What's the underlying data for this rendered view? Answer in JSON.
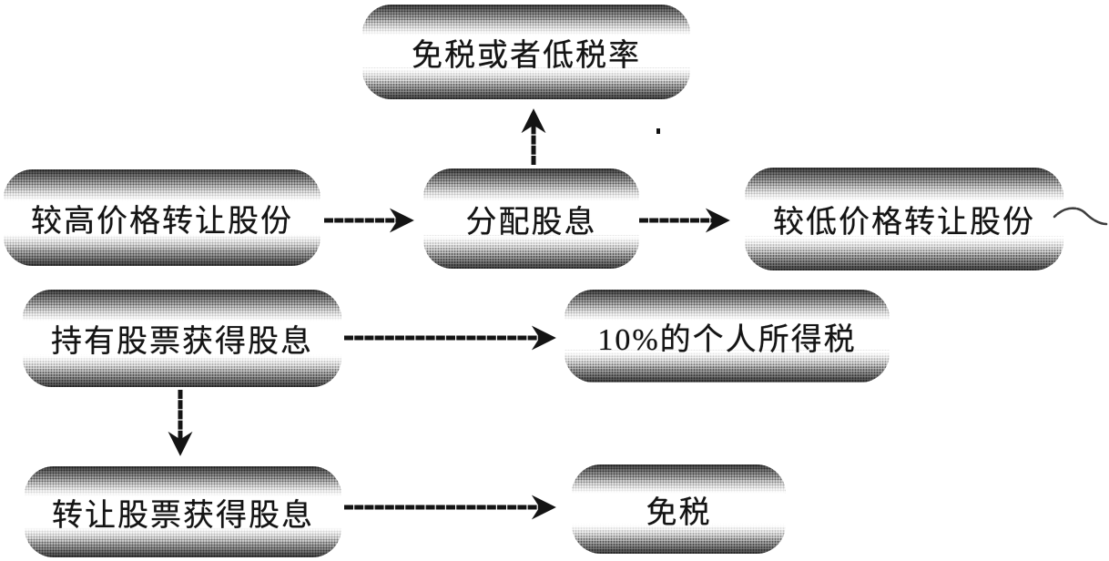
{
  "diagram": {
    "background_color": "#ffffff",
    "ink_color": "#141414",
    "box_texture_color": "#6e6e6e",
    "nodes": [
      {
        "id": "tax-free-or-low-rate",
        "label": "免税或者低税率"
      },
      {
        "id": "transfer-shares-high-price",
        "label": "较高价格转让股份"
      },
      {
        "id": "distribute-dividends",
        "label": "分配股息"
      },
      {
        "id": "transfer-shares-low-price",
        "label": "较低价格转让股份"
      },
      {
        "id": "hold-stock-get-dividends",
        "label": "持有股票获得股息"
      },
      {
        "id": "ten-percent-income-tax",
        "label": "10%的个人所得税"
      },
      {
        "id": "transfer-stock-get-dividends",
        "label": "转让股票获得股息"
      },
      {
        "id": "tax-free",
        "label": "免税"
      }
    ],
    "edges": [
      {
        "from": "distribute-dividends",
        "to": "tax-free-or-low-rate",
        "direction": "up"
      },
      {
        "from": "transfer-shares-high-price",
        "to": "distribute-dividends",
        "direction": "right"
      },
      {
        "from": "distribute-dividends",
        "to": "transfer-shares-low-price",
        "direction": "right"
      },
      {
        "from": "hold-stock-get-dividends",
        "to": "ten-percent-income-tax",
        "direction": "right"
      },
      {
        "from": "hold-stock-get-dividends",
        "to": "transfer-stock-get-dividends",
        "direction": "down"
      },
      {
        "from": "transfer-stock-get-dividends",
        "to": "tax-free",
        "direction": "right"
      }
    ],
    "annotations": [
      {
        "id": "squiggle-mark",
        "description": "handwritten tilde-like squiggle at right edge"
      },
      {
        "id": "scan-speck",
        "description": "small scan speckle above center box"
      }
    ]
  }
}
